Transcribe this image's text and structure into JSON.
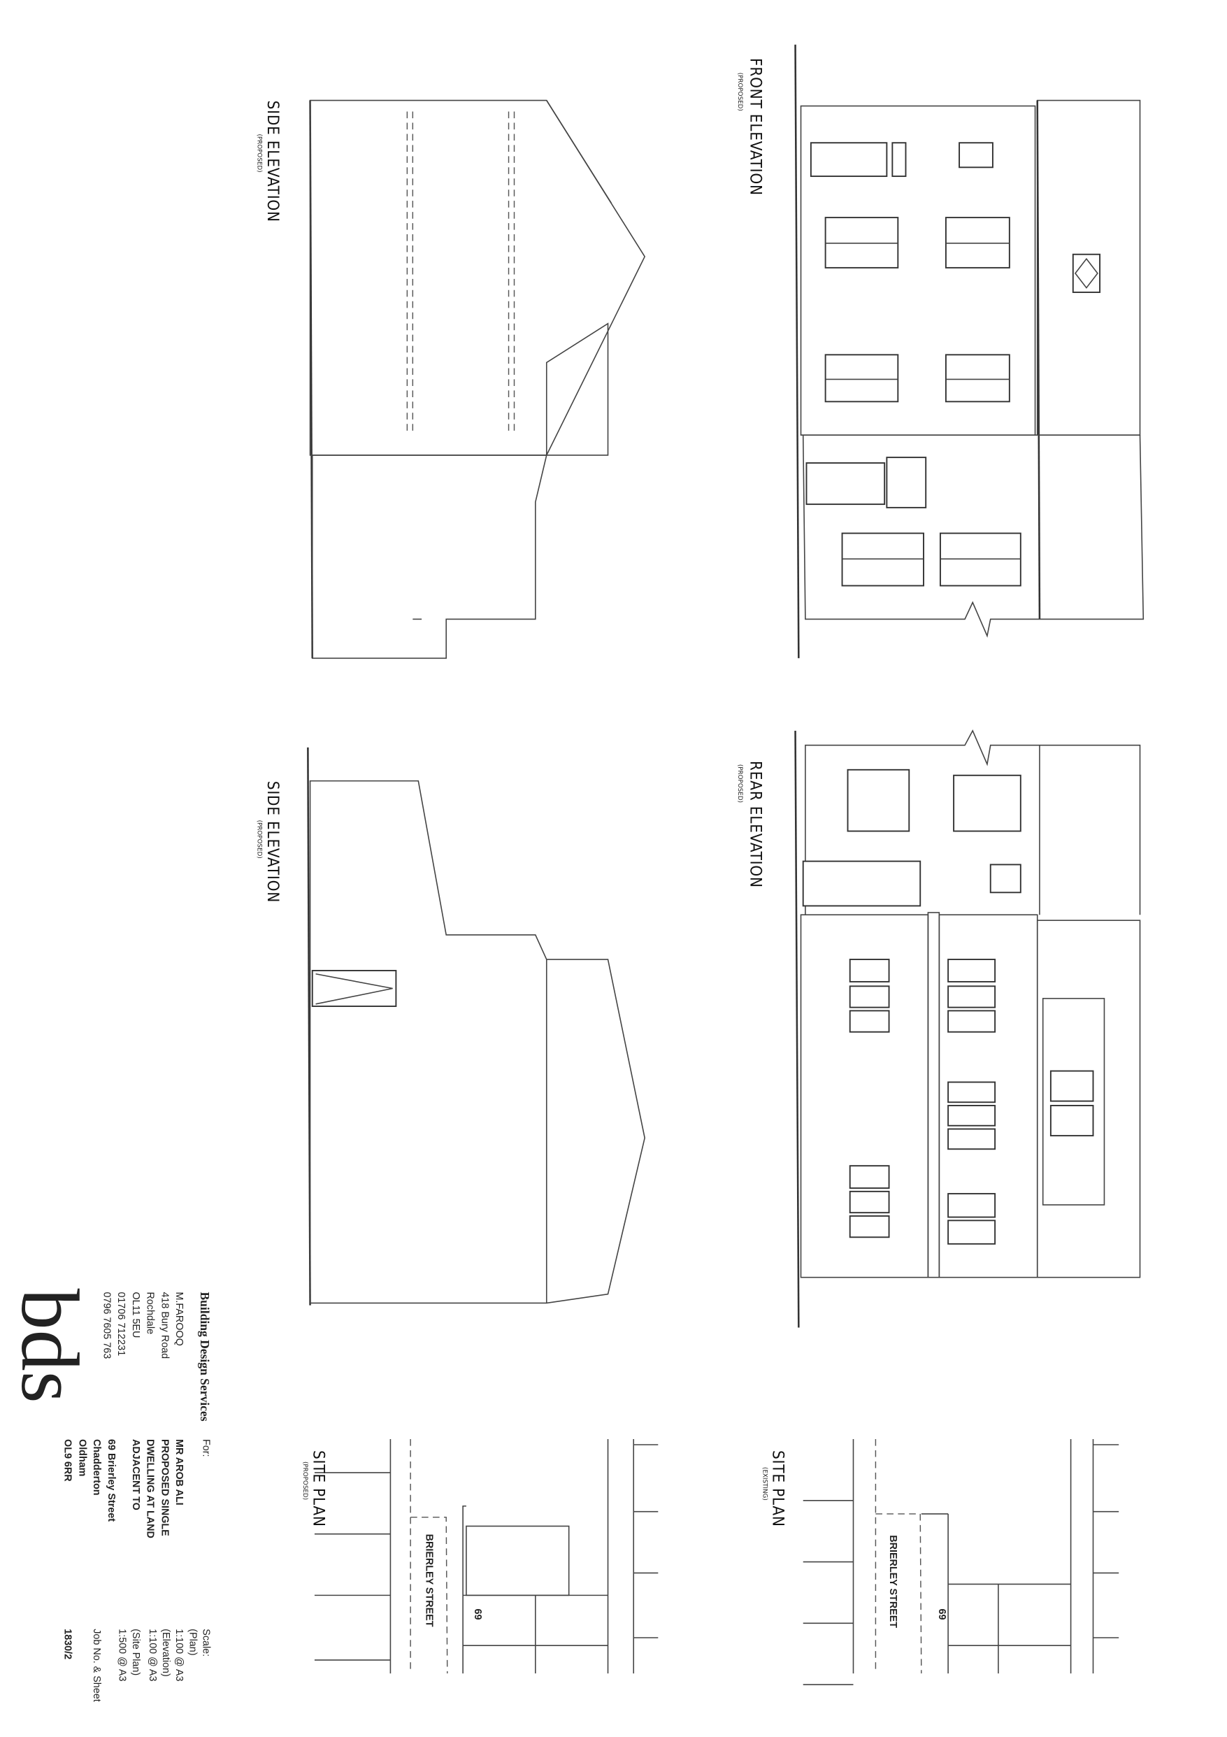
{
  "drawings": {
    "front": {
      "title": "FRONT ELEVATION",
      "subtitle": "(PROPOSED)"
    },
    "rear": {
      "title": "REAR ELEVATION",
      "subtitle": "(PROPOSED)"
    },
    "side1": {
      "title": "SIDE ELEVATION",
      "subtitle": "(PROPOSED)"
    },
    "side2": {
      "title": "SIDE ELEVATION",
      "subtitle": "(PROPOSED)"
    },
    "site_existing": {
      "title": "SITE PLAN",
      "subtitle": "(EXISTING)",
      "street": "BRIERLEY STREET",
      "house_number": "69"
    },
    "site_proposed": {
      "title": "SITE PLAN",
      "subtitle": "(PROPOSED)",
      "street": "BRIERLEY STREET",
      "house_number": "69"
    }
  },
  "title_block": {
    "company": "Building Design Services",
    "logo": "bds",
    "address": [
      "M.FAROOQ",
      "418 Bury Road",
      "Rochdale",
      "OL11 5EU",
      "01706 712231",
      "0796 7605 763"
    ],
    "for_label": "For:",
    "client": "MR AROB ALI",
    "project": [
      "PROPOSED SINGLE",
      "DWELLING AT LAND",
      "ADJACENT TO"
    ],
    "site_address": [
      "69 Brierley Street",
      "Chadderton",
      "Oldham",
      "OL9 6RR"
    ],
    "scale_label": "Scale:",
    "scales": [
      "(Plan)",
      "1:100 @ A3",
      "(Elevation)",
      "1:100 @ A3",
      "(Site Plan)",
      "1:500 @ A3"
    ],
    "job_label": "Job No. & Sheet",
    "job_number": "1830/2"
  }
}
